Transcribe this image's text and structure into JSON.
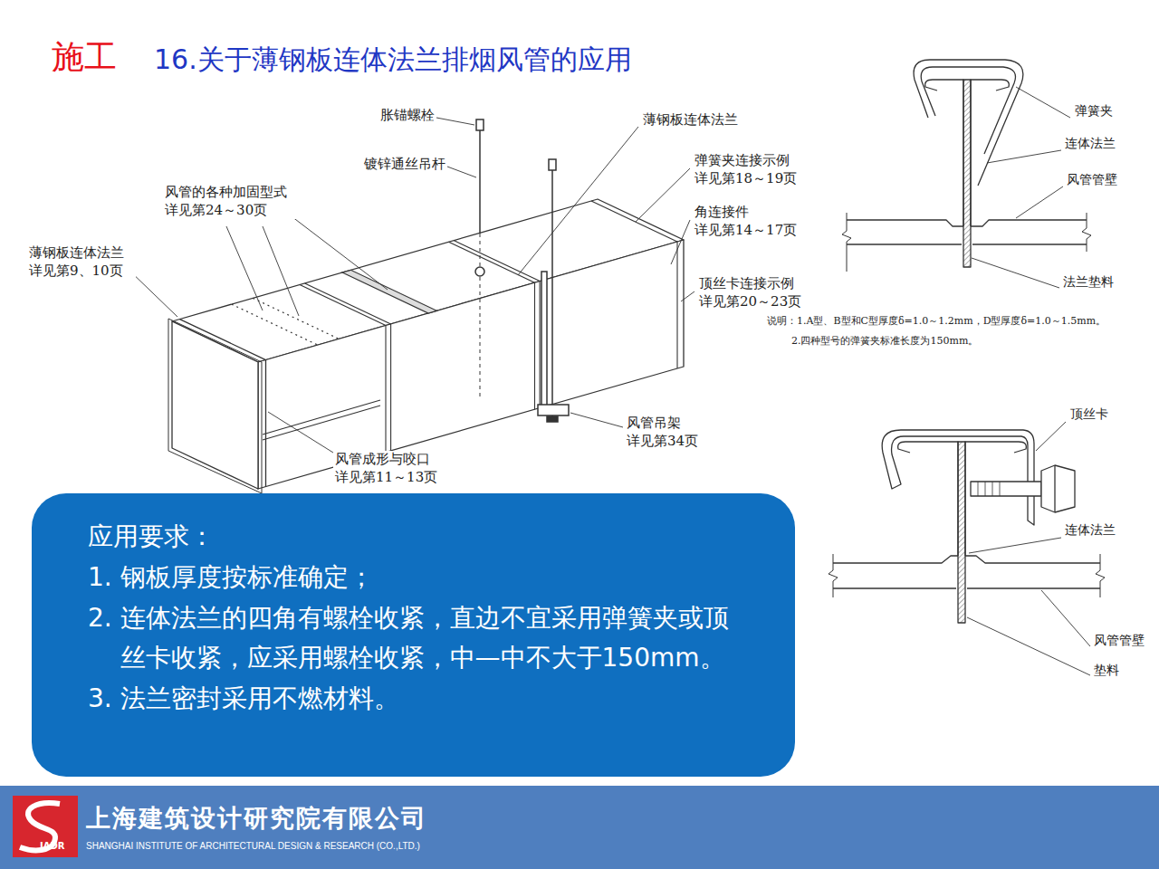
{
  "diagram": {
    "title": "16.关于薄钢板连体法兰排烟风管的应用",
    "nodes": [
      {
        "text": [
          "应用要求：",
          "1. 钢板厚度按标准确定；",
          "2. 连体法兰的四角有螺栓收紧，直边不宜采用弹簧夹或顶丝卡收紧，应采用螺栓收紧，中—中不大于150mm。",
          "3. 法兰密封采用不燃材料。"
        ]
      }
    ],
    "labels": [
      "施工",
      "胀锚螺栓",
      "薄钢板连体法兰",
      "镀锌通丝吊杆",
      "弹簧夹连接示例 详见第18～19页",
      "风管的各种加固型式 详见第24～30页",
      "角连接件 详见第14～17页",
      "薄钢板连体法兰 详见第9、10页",
      "顶丝卡连接示例 详见第20～23页",
      "风管吊架 详见第34页",
      "风管成形与咬口 详见第11～13页",
      "弹簧夹",
      "连体法兰",
      "风管管壁",
      "法兰垫料",
      "说明：1.A型、B型和C型厚度δ=1.0～1.2mm，D型厚度δ=1.0～1.5mm。",
      "2.四种型号的弹簧夹标准长度为150mm。",
      "顶丝卡",
      "连体法兰",
      "风管管壁",
      "垫料",
      "IADR",
      "上海建筑设计研究院有限公司",
      "SHANGHAI INSTITUTE OF ARCHITECTURAL DESIGN & RESEARCH (CO.,LTD.)"
    ]
  }
}
